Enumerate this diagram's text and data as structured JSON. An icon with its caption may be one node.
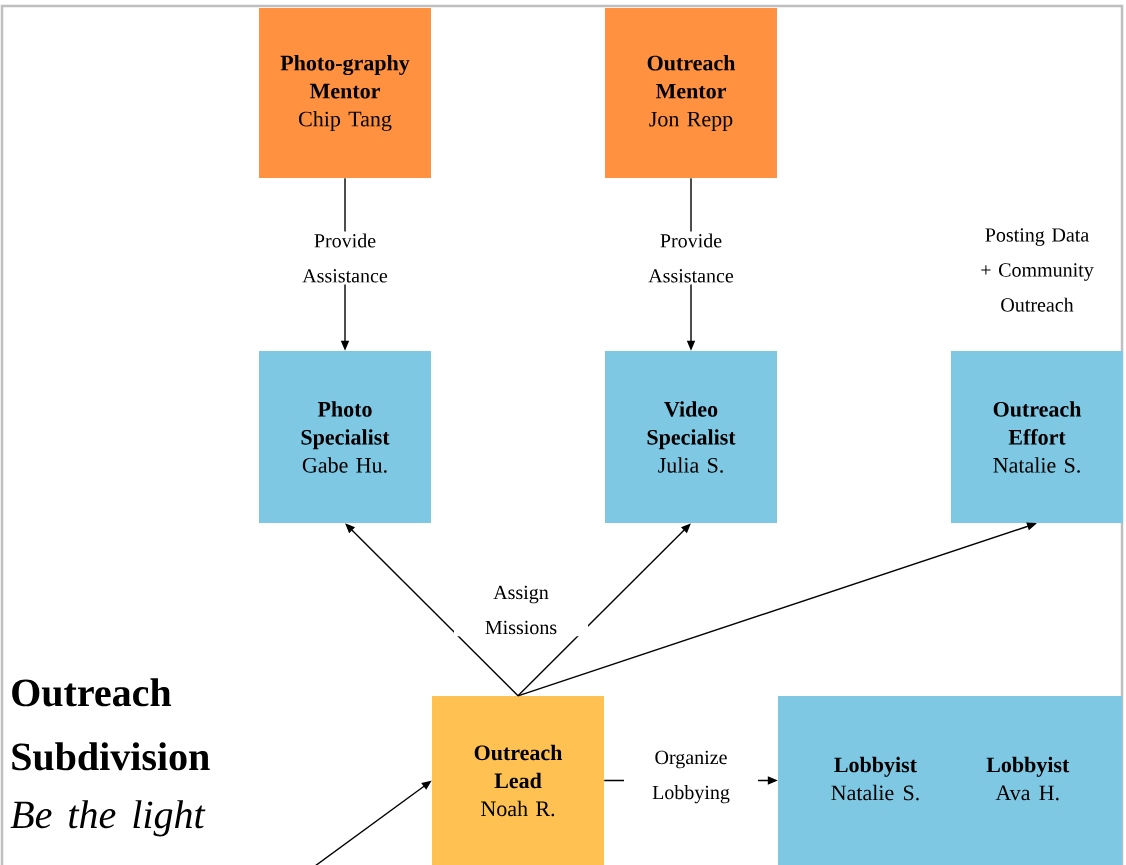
{
  "diagram": {
    "title": "Outreach Subdivision",
    "caption": "Be the light",
    "nodes": [
      {
        "text": [
          "Photo-graphy Mentor",
          "Chip Tang"
        ]
      },
      {
        "text": [
          "Outreach Mentor",
          "Jon Repp"
        ]
      },
      {
        "text": [
          "Photo Specialist",
          "Gabe Hu."
        ]
      },
      {
        "text": [
          "Video Specialist",
          "Julia S."
        ]
      },
      {
        "text": [
          "Outreach Effort",
          "Natalie S."
        ],
        "beside": [
          "Posting Data + Community Outreach"
        ]
      },
      {
        "text": [
          "Outreach Lead",
          "Noah R."
        ]
      },
      {
        "text": [
          "Lobbyist",
          "Natalie S.",
          "Lobbyist",
          "Ava H."
        ]
      }
    ],
    "edges": [
      {
        "from": 0,
        "to": 2,
        "arrow": "to",
        "label": "Provide Assistance"
      },
      {
        "from": 1,
        "to": 3,
        "arrow": "to",
        "label": "Provide Assistance"
      },
      {
        "from": 5,
        "to": 2,
        "arrow": "to"
      },
      {
        "from": 5,
        "to": 3,
        "arrow": "to",
        "label": "Assign Missions"
      },
      {
        "from": 5,
        "to": 4,
        "arrow": "to"
      },
      {
        "from": 5,
        "to": 6,
        "arrow": "to",
        "label": "Organize Lobbying"
      },
      {
        "from": null,
        "to": 5,
        "arrow": "to"
      }
    ]
  }
}
